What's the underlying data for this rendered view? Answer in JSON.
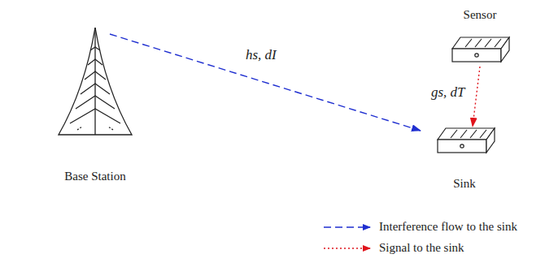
{
  "diagram": {
    "nodes": [
      {
        "text": [
          "Base Station"
        ]
      },
      {
        "text": [
          "Sensor"
        ]
      },
      {
        "text": [
          "Sink"
        ]
      }
    ],
    "edges": [
      {
        "from": 0,
        "to": 2,
        "arrow": "to",
        "label": "hs, dI"
      },
      {
        "from": 1,
        "to": 2,
        "arrow": "to",
        "label": "gs, dT"
      }
    ],
    "legend": [
      {
        "text": "Interference flow to the sink"
      },
      {
        "text": "Signal to the sink"
      }
    ]
  }
}
